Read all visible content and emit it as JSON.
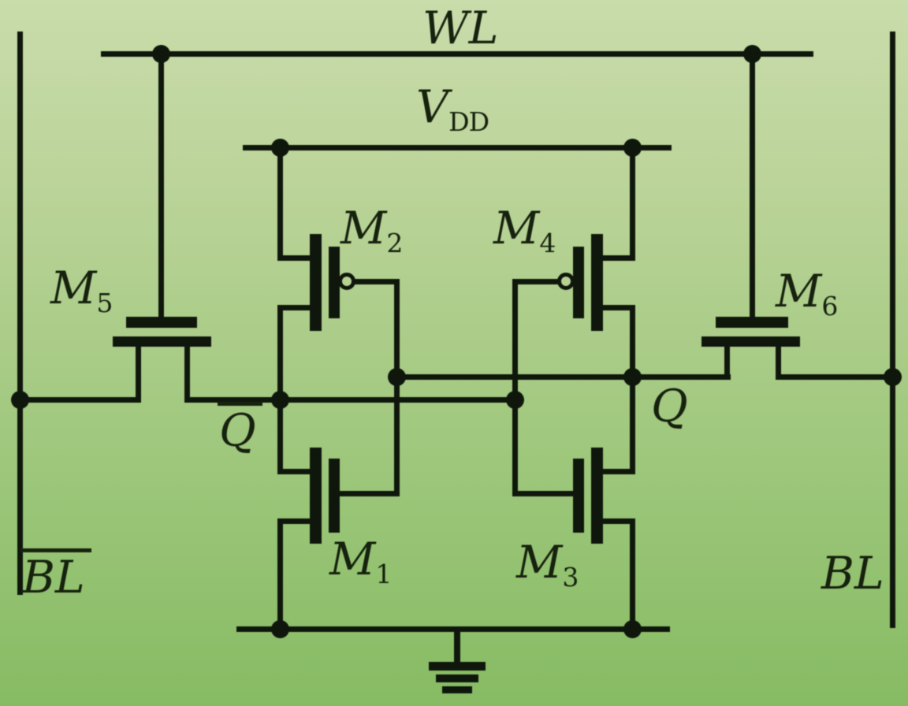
{
  "labels": {
    "wl": "WL",
    "vdd": {
      "base": "V",
      "sub": "DD"
    },
    "m1": {
      "base": "M",
      "sub": "1"
    },
    "m2": {
      "base": "M",
      "sub": "2"
    },
    "m3": {
      "base": "M",
      "sub": "3"
    },
    "m4": {
      "base": "M",
      "sub": "4"
    },
    "m5": {
      "base": "M",
      "sub": "5"
    },
    "m6": {
      "base": "M",
      "sub": "6"
    },
    "q": "Q",
    "q_bar": {
      "base": "Q",
      "overline": true
    },
    "bl": "BL",
    "bl_bar": {
      "base": "BL",
      "overline": true
    }
  },
  "colors": {
    "line": "#0f170c",
    "text": "#16210e",
    "background_top": "#c9dcab",
    "background_bottom": "#87bb63"
  }
}
